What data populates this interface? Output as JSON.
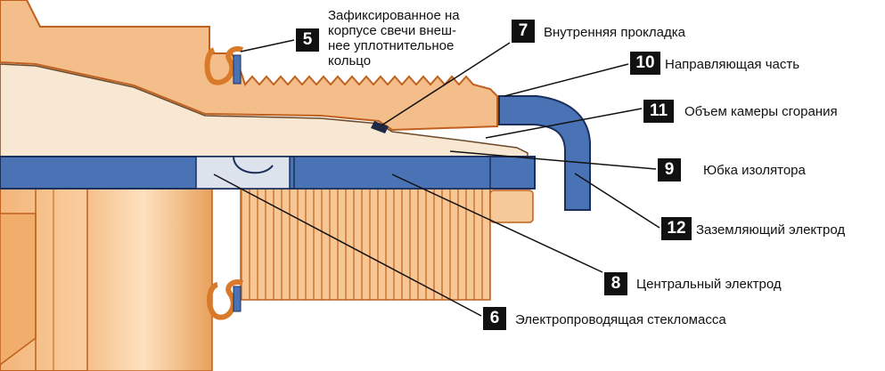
{
  "colors": {
    "body": "#f4be8a",
    "body_stroke": "#c0601e",
    "insulator": "#f8e7d3",
    "electrode": "#4a73b5",
    "electrode_stroke": "#1b2f5c",
    "glass": "#dde3ec",
    "seal_ring": "#d97a2a",
    "badge": "#111111"
  },
  "callouts": [
    {
      "number": "5",
      "text": "Зафиксированное на корпусе свечи внеш-нее уплотнительное кольцо",
      "lines": [
        "Зафиксированное на",
        "корпусе свечи внеш-",
        "нее уплотнительное",
        "кольцо"
      ]
    },
    {
      "number": "7",
      "text": "Внутренняя прокладка"
    },
    {
      "number": "10",
      "text": "Направляющая часть"
    },
    {
      "number": "11",
      "text": "Объем камеры сгорания"
    },
    {
      "number": "9",
      "text": "Юбка изолятора"
    },
    {
      "number": "12",
      "text": "Заземляющий электрод"
    },
    {
      "number": "8",
      "text": "Центральный электрод"
    },
    {
      "number": "6",
      "text": "Электропроводящая стекломасса"
    }
  ]
}
